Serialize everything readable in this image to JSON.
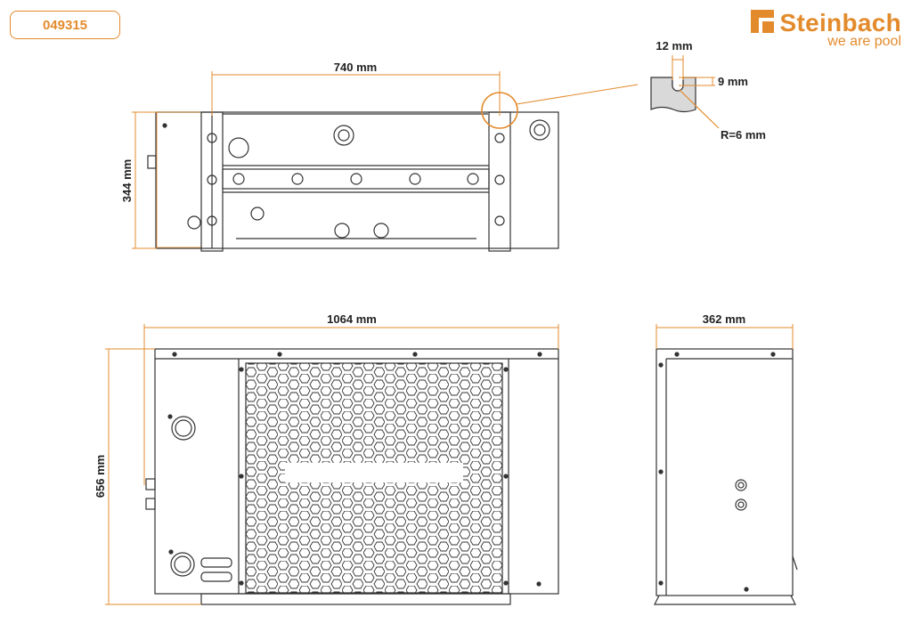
{
  "header": {
    "article_number": "049315"
  },
  "brand": {
    "name": "Steinbach",
    "tagline": "we are pool",
    "logo_icon": "steinbach-logo-icon",
    "accent_color": "#e38b2c"
  },
  "dimensions": {
    "mount_spacing": "740 mm",
    "height_top_view": "344 mm",
    "width": "1064 mm",
    "height": "656 mm",
    "depth": "362 mm",
    "slot_width": "12 mm",
    "slot_depth": "9 mm",
    "slot_radius": "R=6 mm"
  }
}
